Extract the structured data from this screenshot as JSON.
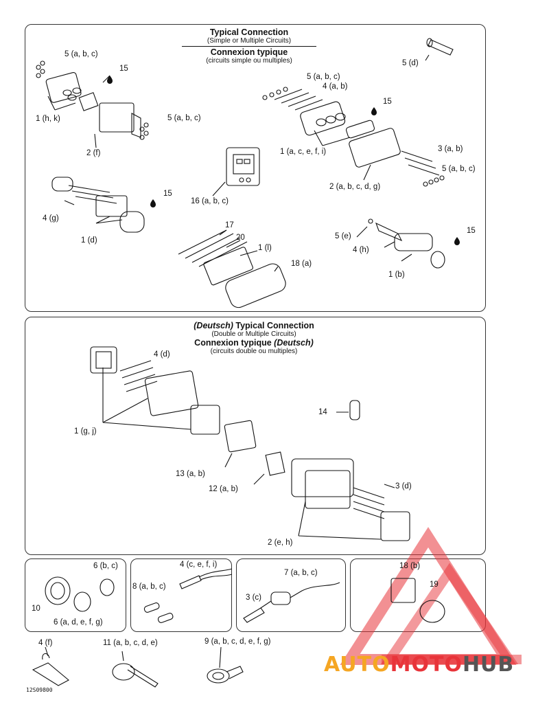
{
  "panel1": {
    "title": "Typical Connection",
    "subtitle": "(Simple or Multiple Circuits)",
    "title_fr": "Connexion typique",
    "subtitle_fr": "(circuits simple ou multiples)",
    "labels": {
      "l5abc_tl": "5 (a, b, c)",
      "l15_a": "15",
      "l1hk": "1 (h, k)",
      "l2f": "2 (f)",
      "l5abc_ml": "5 (a, b, c)",
      "l5d": "5 (d)",
      "l5abc_tr": "5 (a, b, c)",
      "l4ab": "4 (a, b)",
      "l15_b": "15",
      "l1acefi": "1 (a, c, e, f, i)",
      "l3ab": "3 (a, b)",
      "l5abc_mr": "5 (a, b, c)",
      "l2abcdg": "2 (a, b, c, d, g)",
      "l16abc": "16 (a, b, c)",
      "l4g": "4 (g)",
      "l15_c": "15",
      "l1d": "1 (d)",
      "l17": "17",
      "l20": "20",
      "l1l": "1 (l)",
      "l18a": "18 (a)",
      "l5e": "5 (e)",
      "l15_d": "15",
      "l4h": "4 (h)",
      "l1b": "1 (b)"
    }
  },
  "panel2": {
    "title_italic": "(Deutsch)",
    "title": " Typical Connection",
    "subtitle": "(Double or Multiple Circuits)",
    "title_fr": "Connexion typique ",
    "title_fr_italic": "(Deutsch)",
    "subtitle_fr": "(circuits double ou multiples)",
    "labels": {
      "l4d": "4 (d)",
      "l14": "14",
      "l1gj": "1 (g, j)",
      "l13ab": "13 (a, b)",
      "l12ab": "12 (a, b)",
      "l3d": "3 (d)",
      "l2eh": "2 (e, h)"
    }
  },
  "panel3": {
    "l6bc": "6 (b, c)",
    "l10": "10",
    "l6adefg": "6 (a, d, e, f, g)"
  },
  "panel4": {
    "l4cefi": "4 (c, e, f, i)",
    "l8abc": "8 (a, b, c)"
  },
  "panel5": {
    "l7abc": "7 (a, b, c)",
    "l3c": "3 (c)"
  },
  "panel6": {
    "l18b": "18 (b)",
    "l19": "19"
  },
  "bottom": {
    "l4f": "4 (f)",
    "l11": "11 (a, b, c, d, e)",
    "l9": "9 (a, b, c, d, e, f, g)",
    "code": "12S09800"
  },
  "watermark": {
    "part1": "AUTO",
    "part2": "MOTO",
    "part3": "HUB",
    "color_red": "#e8343a",
    "color_orange": "#f5a623",
    "color_gray": "#555555"
  }
}
